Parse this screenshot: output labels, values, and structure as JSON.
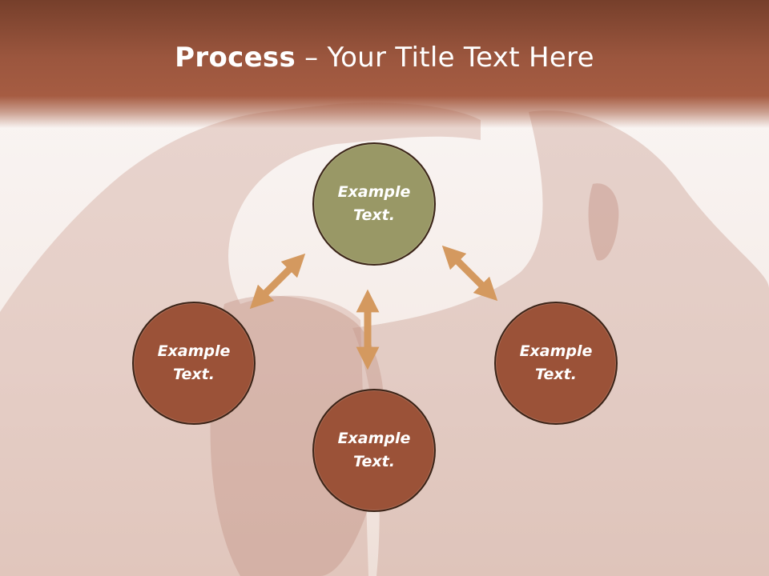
{
  "slide": {
    "title_bold": "Process",
    "title_rest": " – Your Title Text Here"
  },
  "diagram": {
    "nodes": [
      {
        "label": "Example\nText.",
        "color": "#999866"
      },
      {
        "label": "Example\nText.",
        "color": "#9b5238"
      },
      {
        "label": "Example\nText.",
        "color": "#9b5238"
      },
      {
        "label": "Example\nText.",
        "color": "#9b5238"
      }
    ],
    "arrow_color": "#d4995f"
  }
}
